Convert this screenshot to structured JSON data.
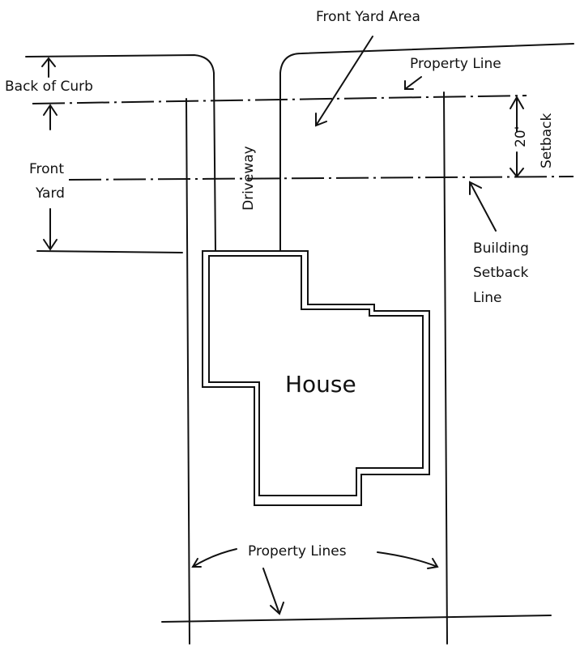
{
  "labels": {
    "front_yard_area": "Front Yard Area",
    "property_line": "Property Line",
    "back_of_curb": "Back of Curb",
    "front": "Front",
    "yard": "Yard",
    "driveway": "Driveway",
    "setback_20": "20'",
    "setback": "Setback",
    "building": "Building",
    "setback2": "Setback",
    "line": "Line",
    "house": "House",
    "property_lines": "Property Lines"
  }
}
